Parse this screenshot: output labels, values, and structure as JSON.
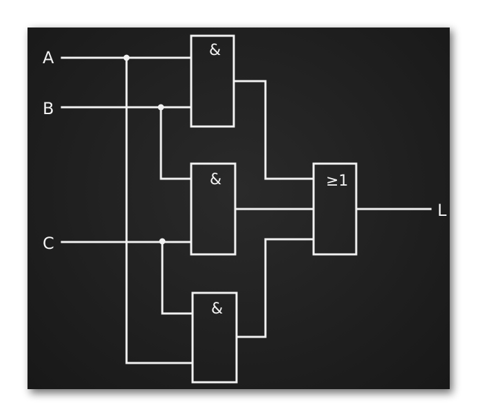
{
  "diagram": {
    "inputs": {
      "a": "A",
      "b": "B",
      "c": "C"
    },
    "output": "L",
    "gates": {
      "and1": "&",
      "and2": "&",
      "and3": "&",
      "or": "≥1"
    }
  },
  "colors": {
    "background": "#1f1f1f",
    "line": "#f2f2f2",
    "page": "#ffffff"
  }
}
